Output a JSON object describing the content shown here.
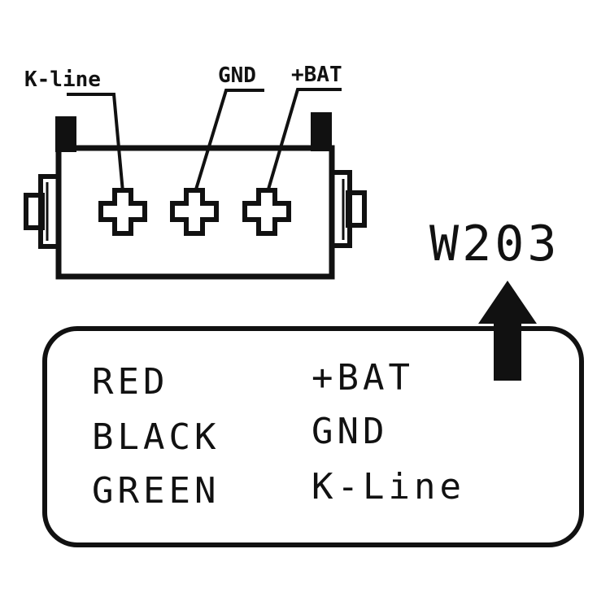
{
  "connector": {
    "pin_labels": [
      "K-line",
      "GND",
      "+BAT"
    ]
  },
  "model": "W203",
  "legend": {
    "rows": [
      {
        "color": "RED",
        "signal": "+BAT"
      },
      {
        "color": "BLACK",
        "signal": "GND"
      },
      {
        "color": "GREEN",
        "signal": "K-Line"
      }
    ]
  },
  "colors": {
    "ink": "#111111",
    "background": "#ffffff"
  }
}
